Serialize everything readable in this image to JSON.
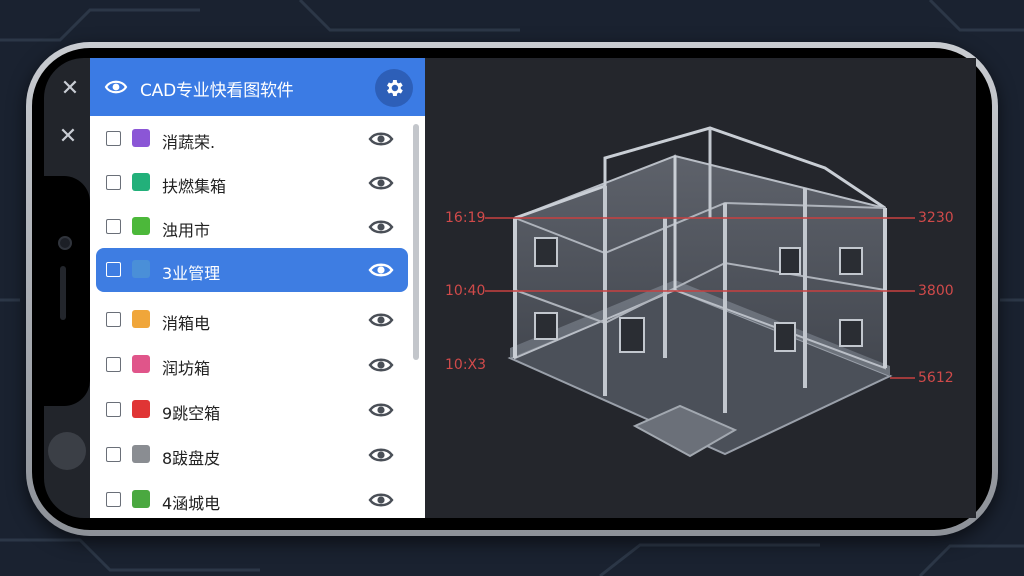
{
  "app": {
    "title": "CAD专业快看图软件"
  },
  "panel": {
    "layers": [
      {
        "name": "消蔬荣.",
        "color": "#8b56d6",
        "selected": false
      },
      {
        "name": "扶燃集箱",
        "color": "#22b07a",
        "selected": false
      },
      {
        "name": "浊用市",
        "color": "#4cb83a",
        "selected": false
      },
      {
        "name": "3业管理",
        "color": "#4a8fd8",
        "selected": true
      },
      {
        "name": "消箱电",
        "color": "#f0a63a",
        "selected": false
      },
      {
        "name": "润坊箱",
        "color": "#e0558a",
        "selected": false
      },
      {
        "name": "9跳空箱",
        "color": "#e03535",
        "selected": false
      },
      {
        "name": "8跋盘皮",
        "color": "#8a8d92",
        "selected": false
      },
      {
        "name": "4涵城电",
        "color": "#4aa840",
        "selected": false
      }
    ]
  },
  "cad": {
    "dimensions_left": [
      "16:19",
      "10:40",
      "10:X3"
    ],
    "dimensions_right": [
      "3230",
      "3800",
      "5612"
    ]
  },
  "colors": {
    "accent": "#3b7be4",
    "dimension": "#d04a4a"
  },
  "icons": {
    "header": "eye-icon",
    "settings": "gear-icon",
    "close": "close-icon"
  }
}
